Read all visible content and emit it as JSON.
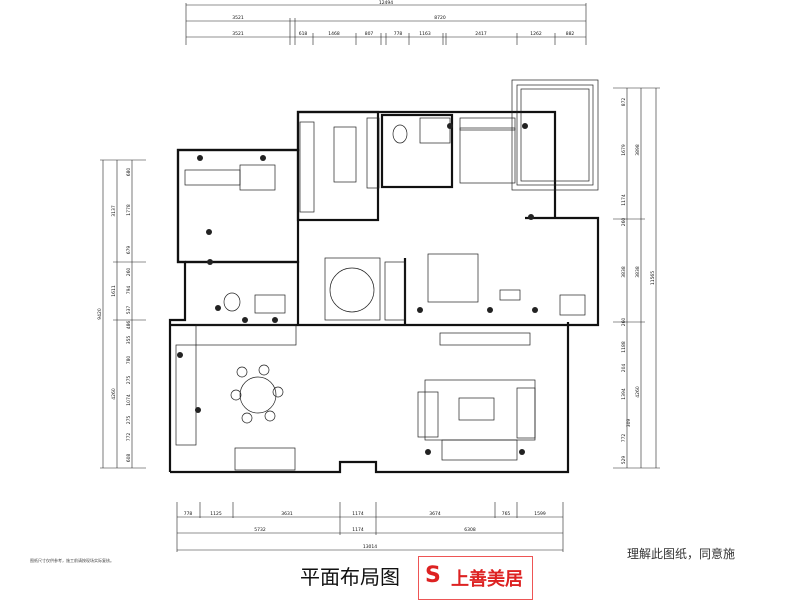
{
  "drawing": {
    "title": "平面布局图",
    "note_left": "图纸尺寸仅供参考，施工前请按现场实际复核。",
    "note_right": "理解此图纸，同意施",
    "stamp_text": "上善美居",
    "stamp_mark": "S"
  },
  "dimensions": {
    "top_total": "12494",
    "top_row1": [
      "3521",
      "8720"
    ],
    "top_row2": [
      "3521",
      "618",
      "1468",
      "807",
      "778",
      "1163",
      "2417",
      "1262",
      "882"
    ],
    "bottom_row1": [
      "778",
      "1125",
      "3631",
      "1174",
      "3674",
      "765",
      "1599"
    ],
    "bottom_row2": [
      "5732",
      "1174",
      "6308"
    ],
    "bottom_total": "13014",
    "left_total": "9420",
    "left_row1": [
      "3137",
      "1611",
      "4260"
    ],
    "left_row2": [
      "680",
      "1778",
      "679",
      "260",
      "794",
      "537",
      "486",
      "355",
      "780",
      "275",
      "1074",
      "275",
      "772",
      "608"
    ],
    "right_total": "11565",
    "right_row1": [
      "3898",
      "3838",
      "4260"
    ],
    "right_row2": [
      "872",
      "1679",
      "1174",
      "260",
      "3838",
      "260",
      "1188",
      "204",
      "1394",
      "309",
      "772",
      "529"
    ]
  },
  "colors": {
    "line": "#111111",
    "stamp": "#dd2222"
  }
}
